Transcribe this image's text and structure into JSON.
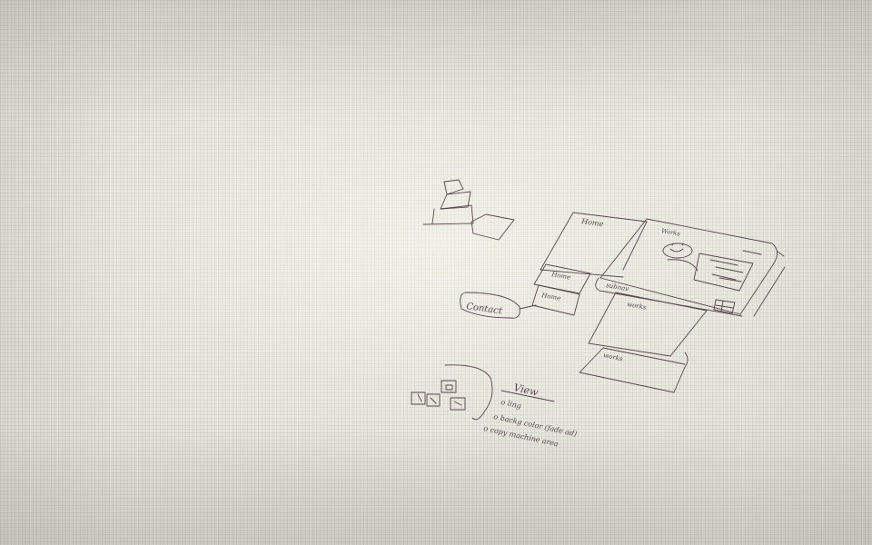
{
  "wallpaper": {
    "background_color": "#e4e4da",
    "grid_color": "#c9c9bf",
    "ink_color": "#5a4650"
  },
  "sketch": {
    "labels": {
      "home_main": "Home",
      "home_sub_1": "Home",
      "home_sub_2": "Home",
      "subnav": "subnav",
      "works_header": "Works",
      "works_top": "works",
      "works_bottom": "works",
      "contact": "Contact",
      "view": "View",
      "option_1": "o ling",
      "option_2": "o backg color (fade ad)",
      "option_3": "o copy machine area"
    }
  }
}
